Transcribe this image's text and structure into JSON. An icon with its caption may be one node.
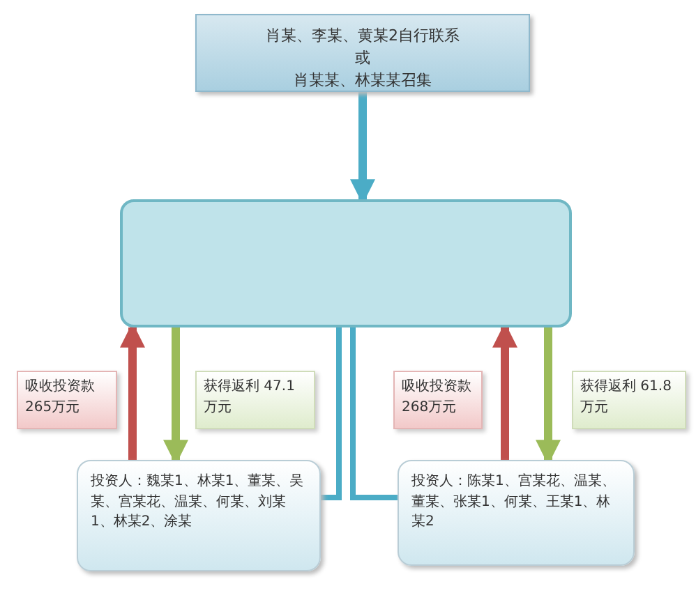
{
  "diagram": {
    "nodes": [
      {
        "text": [
          "肖某、李某、黄某2自行联系",
          "或",
          "肖某某、林某某召集"
        ]
      },
      {
        "text": [],
        "shape": "box"
      },
      {
        "text": [
          "吸收投资款265万元"
        ]
      },
      {
        "text": [
          "获得返利 47.1万元"
        ]
      },
      {
        "text": [
          "吸收投资款268万元"
        ]
      },
      {
        "text": [
          "获得返利 61.8万元"
        ]
      },
      {
        "text": [
          "投资人：魏某1、林某1、董某、吴某、宫某花、温某、何某、刘某1、林某2、涂某"
        ]
      },
      {
        "text": [
          "投资人：陈某1、宫某花、温某、董某、张某1、何某、王某1、林某2"
        ]
      }
    ],
    "edges": [
      {
        "from": 0,
        "to": 1,
        "arrow": "to"
      },
      {
        "from": 6,
        "to": 1,
        "arrow": "to",
        "color": "#c0504d"
      },
      {
        "from": 1,
        "to": 6,
        "arrow": "to",
        "color": "#9bbb59"
      },
      {
        "from": 7,
        "to": 1,
        "arrow": "to",
        "color": "#c0504d"
      },
      {
        "from": 1,
        "to": 7,
        "arrow": "to",
        "color": "#9bbb59"
      },
      {
        "from": 1,
        "to": 6,
        "arrow": "none"
      },
      {
        "from": 1,
        "to": 7,
        "arrow": "none"
      }
    ]
  }
}
